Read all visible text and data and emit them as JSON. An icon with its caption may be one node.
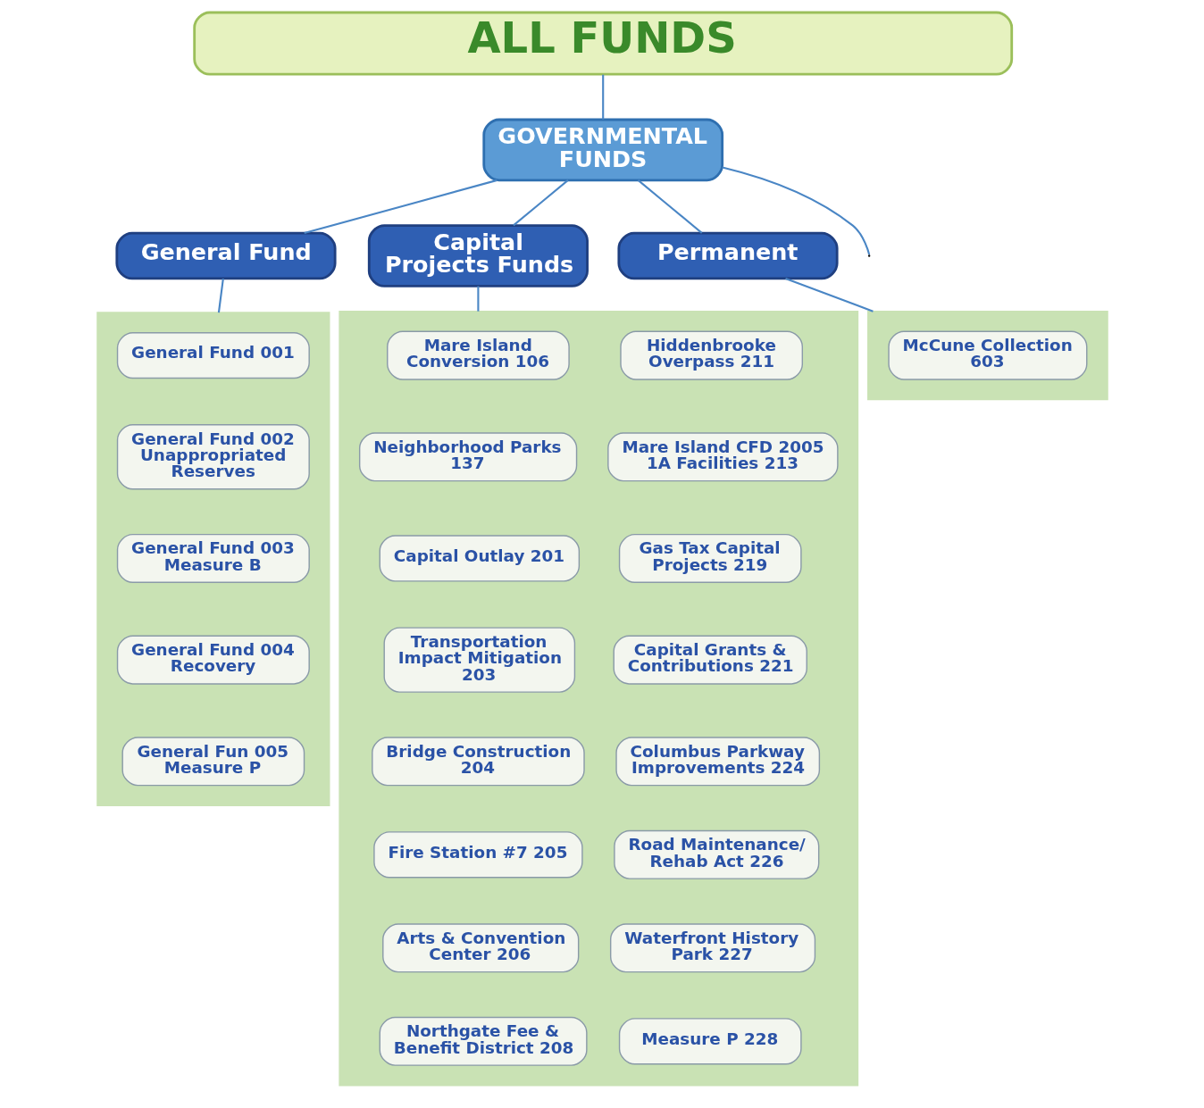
{
  "diagram": {
    "nodes": [
      {
        "text": [
          "ALL FUNDS"
        ]
      },
      {
        "text": [
          "GOVERNMENTAL FUNDS"
        ]
      },
      {
        "text": [
          "General Fund"
        ]
      },
      {
        "text": [
          "Capital Projects Funds"
        ]
      },
      {
        "text": [
          "Permanent"
        ]
      },
      {
        "text": [],
        "shape": "box"
      },
      {
        "text": [
          "General Fund 001"
        ],
        "in": 5
      },
      {
        "text": [
          "General Fund 002 Unappropriated Reserves"
        ],
        "in": 5
      },
      {
        "text": [
          "General Fund 003 Measure B"
        ],
        "in": 5
      },
      {
        "text": [
          "General Fund 004 Recovery"
        ],
        "in": 5
      },
      {
        "text": [
          "General Fun 005 Measure P"
        ],
        "in": 5
      },
      {
        "text": [],
        "shape": "box"
      },
      {
        "text": [
          "Mare Island Conversion 106"
        ],
        "in": 11
      },
      {
        "text": [
          "Hiddenbrooke Overpass 211"
        ],
        "in": 11
      },
      {
        "text": [
          "Neighborhood Parks 137"
        ],
        "in": 11
      },
      {
        "text": [
          "Mare Island CFD 2005 1A Facilities 213"
        ],
        "in": 11
      },
      {
        "text": [
          "Capital Outlay 201"
        ],
        "in": 11
      },
      {
        "text": [
          "Gas Tax Capital Projects 219"
        ],
        "in": 11
      },
      {
        "text": [
          "Transportation Impact Mitigation 203"
        ],
        "in": 11
      },
      {
        "text": [
          "Capital Grants & Contributions 221"
        ],
        "in": 11
      },
      {
        "text": [
          "Bridge Construction 204"
        ],
        "in": 11
      },
      {
        "text": [
          "Columbus Parkway Improvements 224"
        ],
        "in": 11
      },
      {
        "text": [
          "Fire Station #7 205"
        ],
        "in": 11
      },
      {
        "text": [
          "Road Maintenance/ Rehab Act 226"
        ],
        "in": 11
      },
      {
        "text": [
          "Arts & Convention Center 206"
        ],
        "in": 11
      },
      {
        "text": [
          "Waterfront History Park 227"
        ],
        "in": 11
      },
      {
        "text": [
          "Northgate Fee & Benefit District 208"
        ],
        "in": 11
      },
      {
        "text": [
          "Measure P 228"
        ],
        "in": 11
      },
      {
        "text": [],
        "shape": "box"
      },
      {
        "text": [
          "McCune Collection 603"
        ],
        "in": 28
      }
    ],
    "edges": [
      {
        "from": 0,
        "to": 1,
        "arrow": "none"
      },
      {
        "from": 1,
        "to": 2,
        "arrow": "none"
      },
      {
        "from": 1,
        "to": 3,
        "arrow": "none"
      },
      {
        "from": 1,
        "to": 4,
        "arrow": "none"
      },
      {
        "from": 1,
        "to": null,
        "arrow": "none"
      },
      {
        "from": 2,
        "to": 5,
        "arrow": "none"
      },
      {
        "from": 3,
        "to": 11,
        "arrow": "none"
      },
      {
        "from": 4,
        "to": 28,
        "arrow": "none"
      }
    ]
  }
}
